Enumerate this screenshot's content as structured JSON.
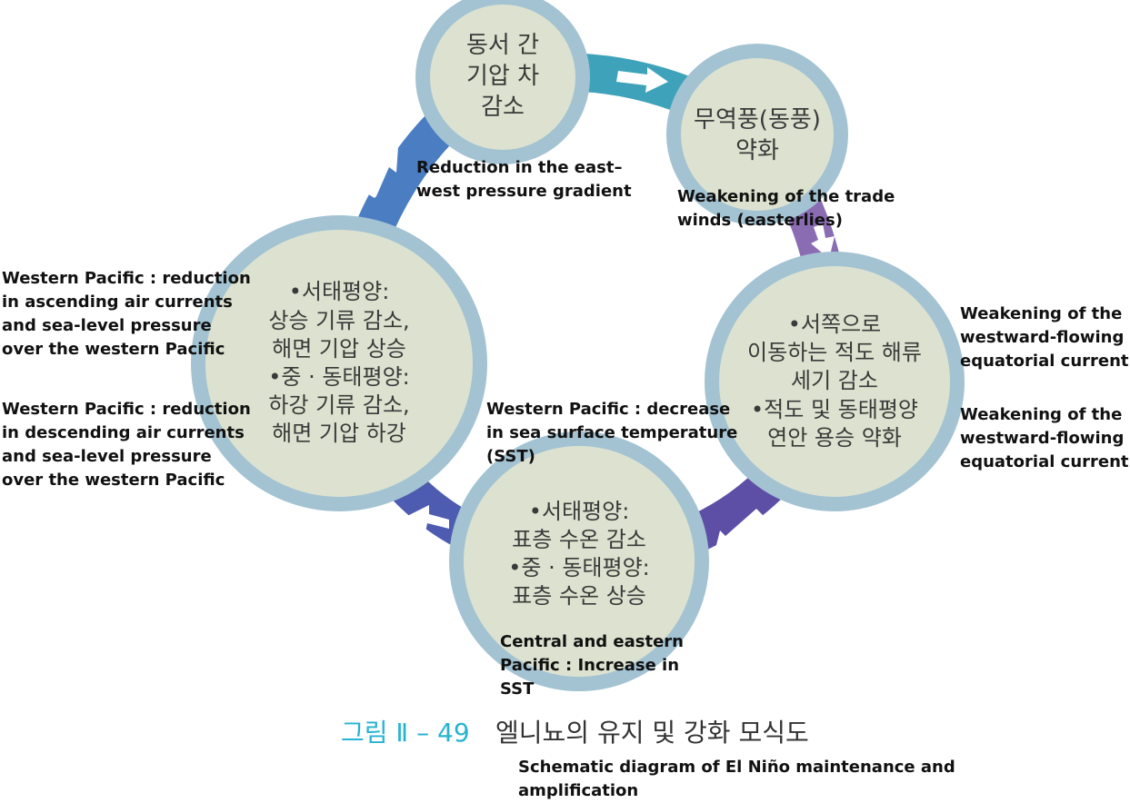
{
  "nodes": [
    {
      "ko": [
        "동서 간",
        "기압 차",
        "감소"
      ],
      "en": "Reduction in the east–west pressure gradient"
    },
    {
      "ko": [
        "무역풍(동풍)",
        "약화"
      ],
      "en": "Weakening of the trade winds (easterlies)"
    },
    {
      "ko": [
        "•서쪽으로",
        "이동하는 적도 해류",
        "세기 감소",
        "•적도 및 동태평양",
        "연안 용승 약화"
      ],
      "en": [
        "Weakening of the westward-flowing equatorial current",
        "Weakening of the westward-flowing equatorial current"
      ]
    },
    {
      "ko": [
        "•서태평양:",
        "표층 수온 감소",
        "•중 · 동태평양:",
        "표층 수온 상승"
      ],
      "en": [
        "Western Pacific : decrease in sea surface temperature (SST)",
        "Central and eastern Pacific  : Increase in SST"
      ]
    },
    {
      "ko": [
        "•서태평양:",
        "상승 기류 감소,",
        "해면 기압 상승",
        "•중 · 동태평양:",
        "하강 기류 감소,",
        "해면 기압 하강"
      ],
      "en": [
        "Western Pacific : reduction in ascending air currents and sea-level pressure over the western Pacific",
        "Western Pacific : reduction in descending air currents and sea-level pressure over the western Pacific"
      ]
    }
  ],
  "caption": {
    "number": "그림 Ⅱ – 49",
    "title_ko": "엘니뇨의 유지 및 강화 모식도",
    "title_en": "Schematic diagram of El Niño maintenance and amplification"
  },
  "colors": {
    "ring_teal": "#3ea3ba",
    "ring_purple": "#8a6cb3",
    "ring_violet": "#5d4fa6",
    "ring_indigo": "#4d5cb0",
    "ring_blue": "#4a7dc2",
    "circle_rim": "#a3c3d3",
    "circle_fill": "#dce2cf",
    "caption_blue": "#27b3d2"
  }
}
